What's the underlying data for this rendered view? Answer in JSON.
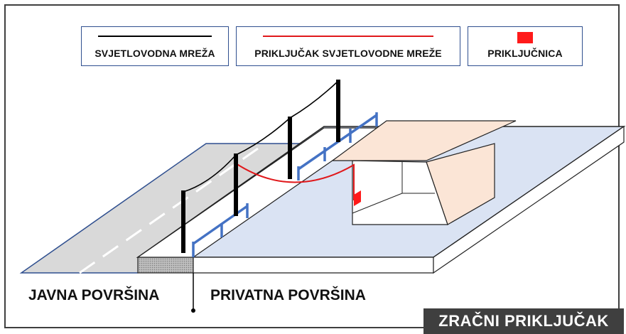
{
  "legend": [
    {
      "label": "SVJETLOVODNA MREŽA",
      "symbol": "line",
      "color": "#000000"
    },
    {
      "label": "PRIKLJUČAK SVJETLOVODNE MREŽE",
      "symbol": "line",
      "color": "#e0181b"
    },
    {
      "label": "PRIKLJUČNICA",
      "symbol": "square",
      "color": "#ff1a1a"
    }
  ],
  "areas": {
    "public": "JAVNA POVRŠINA",
    "private": "PRIVATNA POVRŠINA"
  },
  "badge": "ZRAČNI PRIKLJUČAK",
  "colors": {
    "road": "#d9d9d9",
    "private_ground": "#dae3f3",
    "fence": "#4472c4",
    "house_wall": "#fbe5d6",
    "frame_border": "#2f4f8f",
    "badge_bg": "#3f3f3f"
  }
}
